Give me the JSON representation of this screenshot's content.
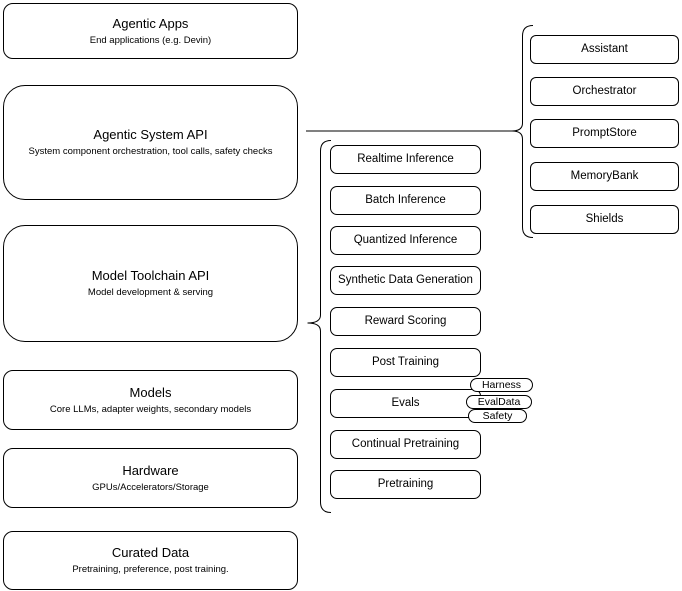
{
  "diagram": {
    "background": "#ffffff",
    "stroke_color": "#000000",
    "text_color": "#000000",
    "left_stack": [
      {
        "title": "Agentic Apps",
        "subtitle": "End applications (e.g. Devin)"
      },
      {
        "title": "Agentic System API",
        "subtitle": "System component orchestration, tool calls, safety checks"
      },
      {
        "title": "Model Toolchain API",
        "subtitle": "Model development & serving"
      },
      {
        "title": "Models",
        "subtitle": "Core LLMs, adapter weights, secondary models"
      },
      {
        "title": "Hardware",
        "subtitle": "GPUs/Accelerators/Storage"
      },
      {
        "title": "Curated Data",
        "subtitle": "Pretraining, preference, post training."
      }
    ],
    "toolchain_capabilities": [
      "Realtime Inference",
      "Batch Inference",
      "Quantized Inference",
      "Synthetic Data Generation",
      "Reward Scoring",
      "Post Training",
      "Evals",
      "Continual Pretraining",
      "Pretraining"
    ],
    "eval_tags": [
      "Harness",
      "EvalData",
      "Safety"
    ],
    "system_components": [
      "Assistant",
      "Orchestrator",
      "PromptStore",
      "MemoryBank",
      "Shields"
    ]
  }
}
